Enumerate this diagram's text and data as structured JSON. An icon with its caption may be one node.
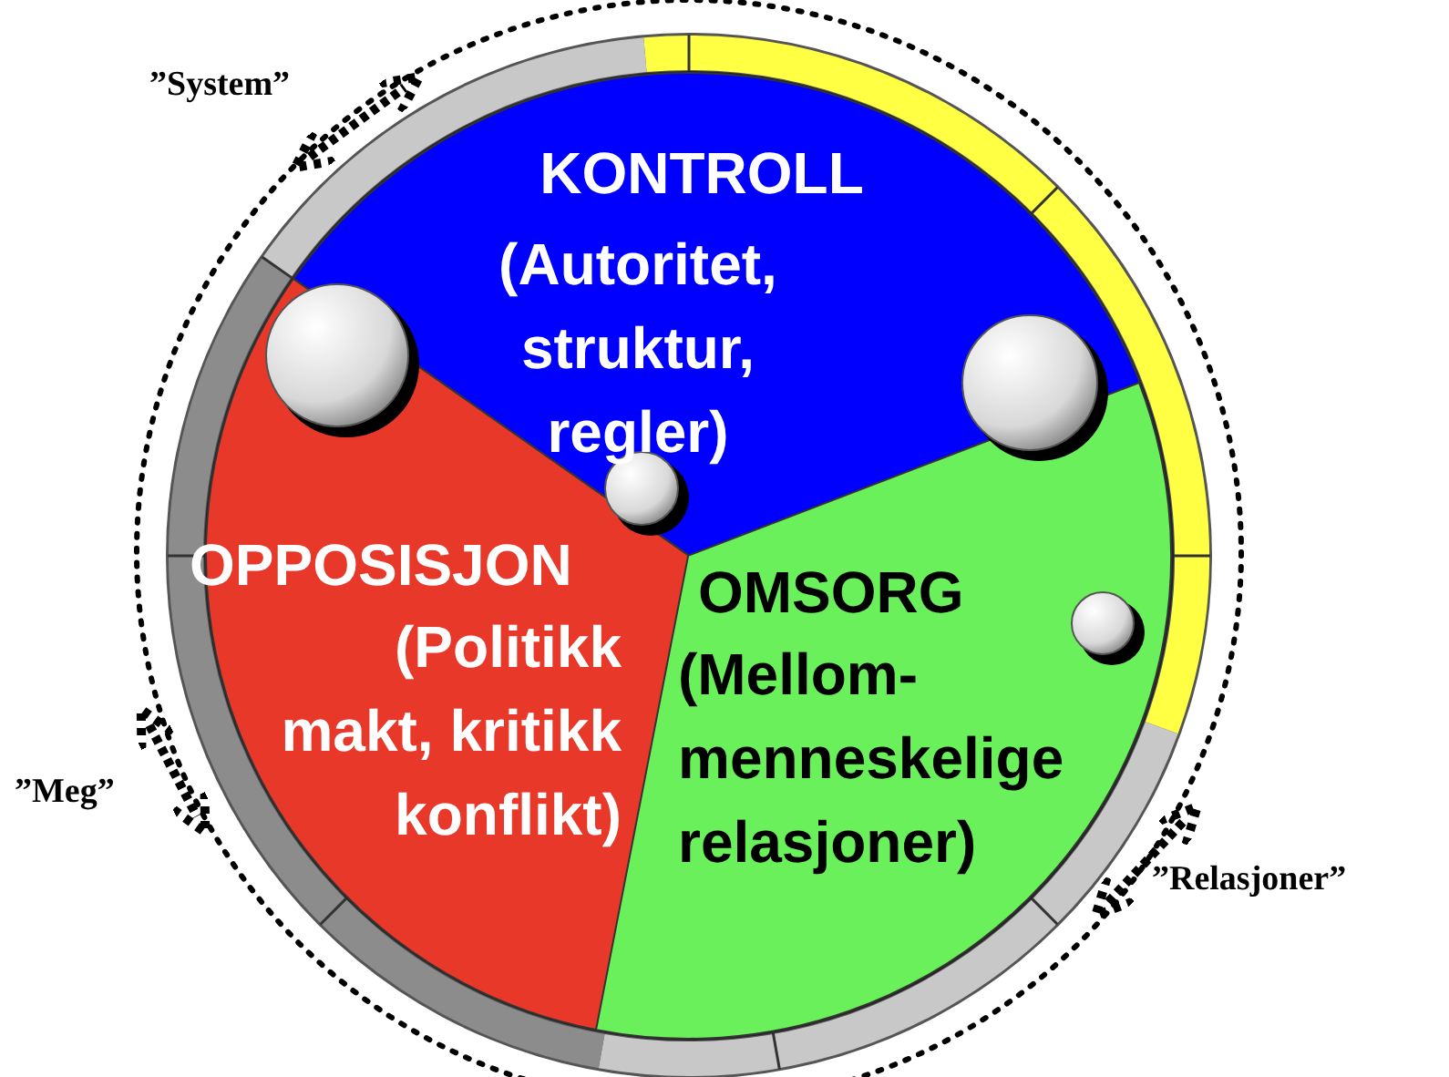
{
  "diagram": {
    "nodes": [
      {
        "text": [
          "KONTROLL",
          "(Autoritet, struktur, regler)"
        ]
      },
      {
        "text": [
          "OPPOSISJON",
          "(Politikk makt, kritikk konflikt)"
        ]
      },
      {
        "text": [
          "OMSORG",
          "(Mellom- menneskelige relasjoner)"
        ]
      }
    ],
    "labels": [
      "”System”",
      "”Meg”",
      "”Relasjoner”"
    ]
  }
}
